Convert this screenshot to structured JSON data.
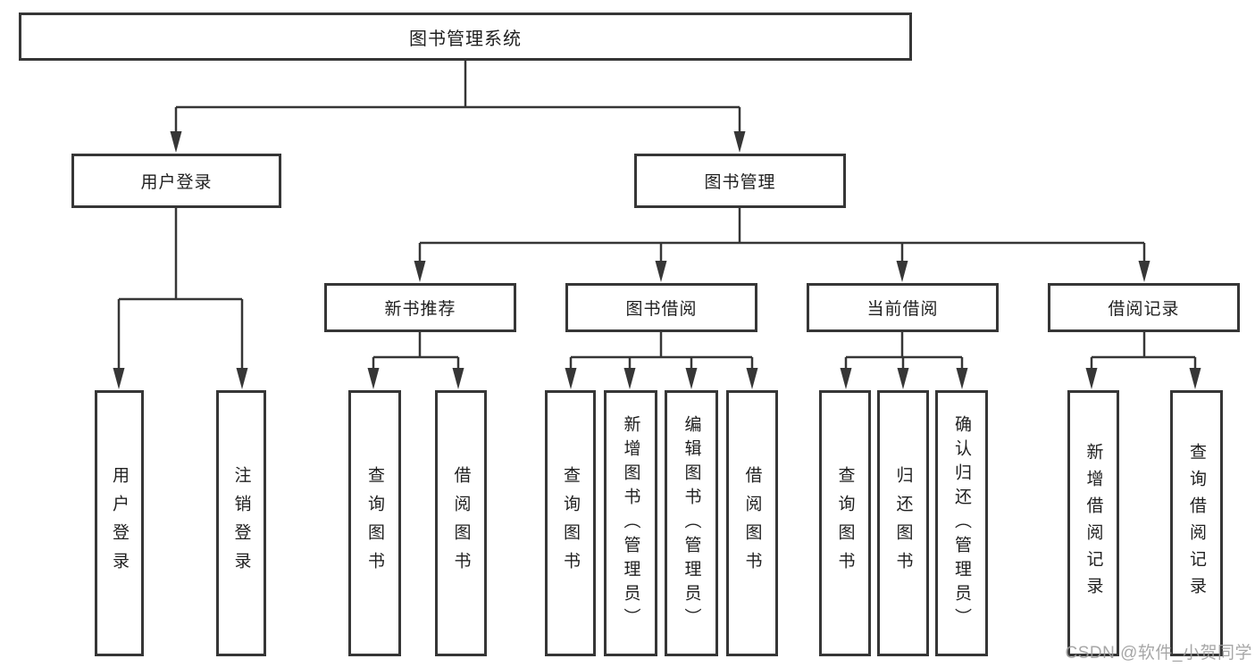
{
  "diagram": {
    "root": {
      "label": "图书管理系统"
    },
    "level2": [
      {
        "label": "用户登录"
      },
      {
        "label": "图书管理"
      }
    ],
    "level3": [
      {
        "label": "新书推荐"
      },
      {
        "label": "图书借阅"
      },
      {
        "label": "当前借阅"
      },
      {
        "label": "借阅记录"
      }
    ],
    "leaves": [
      {
        "label": "用户登录"
      },
      {
        "label": "注销登录"
      },
      {
        "label": "查询图书"
      },
      {
        "label": "借阅图书"
      },
      {
        "label": "查询图书"
      },
      {
        "label": "新增图书（管理员）"
      },
      {
        "label": "编辑图书（管理员）"
      },
      {
        "label": "借阅图书"
      },
      {
        "label": "查询图书"
      },
      {
        "label": "归还图书"
      },
      {
        "label": "确认归还（管理员）"
      },
      {
        "label": "新增借阅记录"
      },
      {
        "label": "查询借阅记录"
      }
    ]
  },
  "watermark": {
    "text": "CSDN @软件_小贺同学"
  },
  "colors": {
    "line": "#363636",
    "text": "#1f1f1f",
    "watermark": "#9e9e9e",
    "background": "#ffffff"
  }
}
